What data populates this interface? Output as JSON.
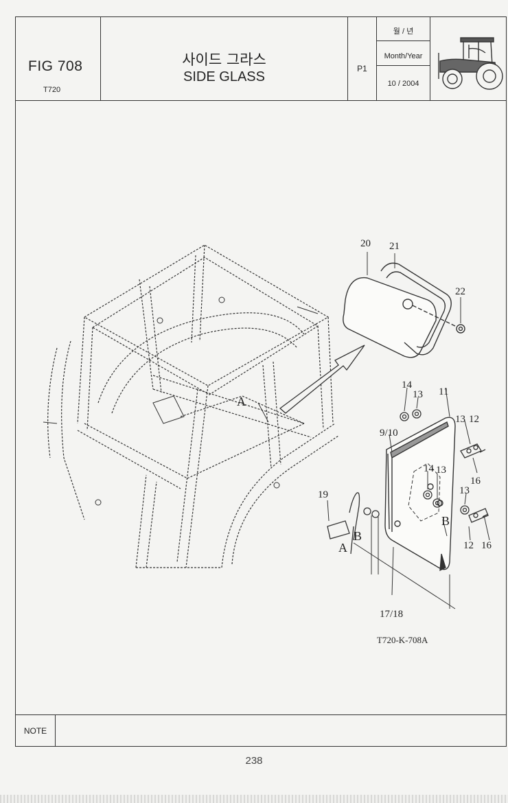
{
  "header": {
    "fig_no": "FIG 708",
    "model": "T720",
    "title_ko": "사이드 그라스",
    "title_en": "SIDE GLASS",
    "page_code": "P1",
    "date_header_ko": "월 / 년",
    "date_header_en": "Month/Year",
    "date_value": "10 / 2004",
    "tractor_icon": "tractor-icon"
  },
  "diagram": {
    "part_labels": {
      "p20": "20",
      "p21": "21",
      "p22": "22",
      "p14a": "14",
      "p13a": "13",
      "p11": "11",
      "p13b": "13",
      "p12a": "12",
      "p910": "9/10",
      "p16a": "16",
      "p14b": "14",
      "p13c": "13",
      "p13d": "13",
      "p19": "19",
      "p12b": "12",
      "p16b": "16",
      "p1718": "17/18"
    },
    "callouts": {
      "a_cab": "A",
      "a_detail": "A",
      "b_detail1": "B",
      "b_detail2": "B"
    },
    "drawing_code": "T720-K-708A"
  },
  "note": {
    "label": "NOTE"
  },
  "footer": {
    "page_number": "238"
  }
}
